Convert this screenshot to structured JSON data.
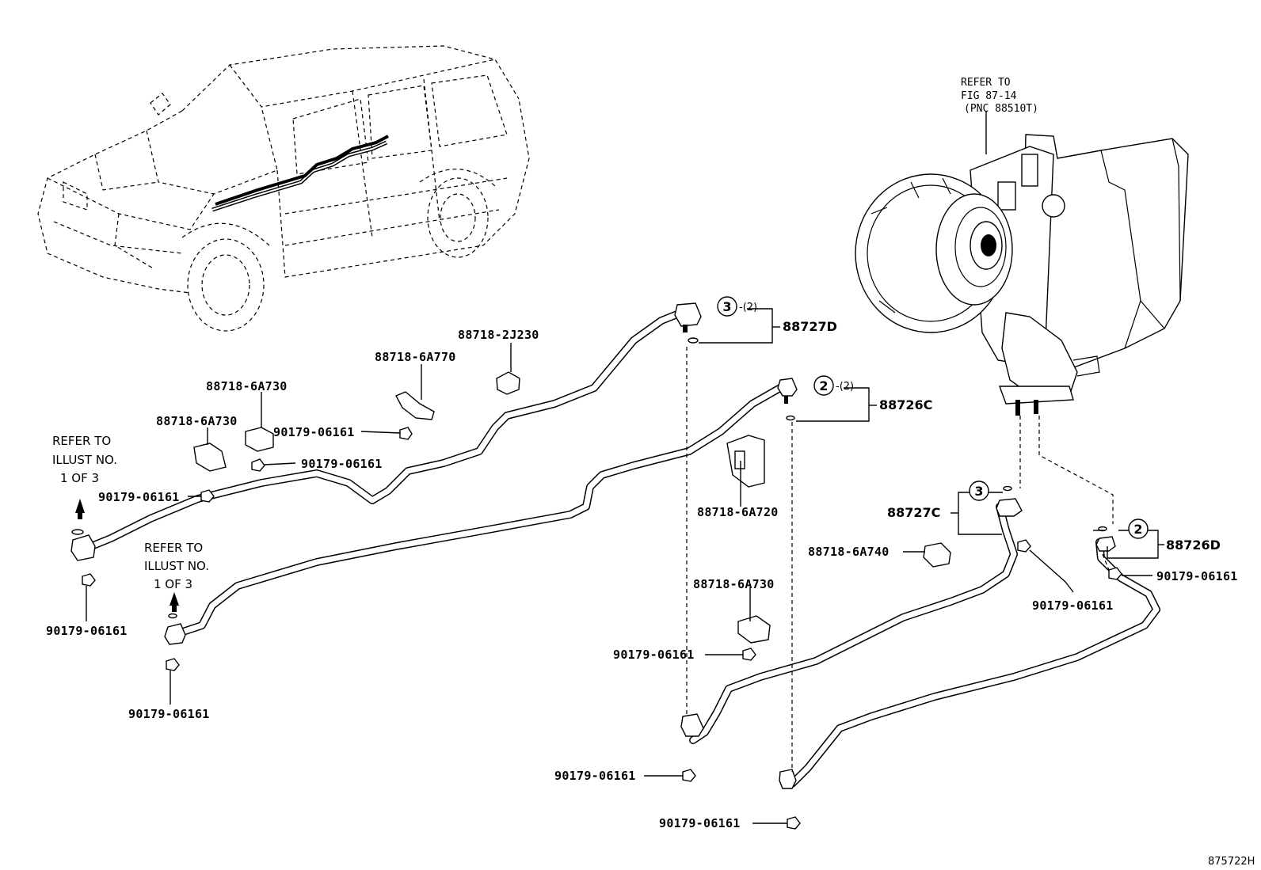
{
  "diagram": {
    "refer_unit": [
      "REFER TO",
      "FIG 87-14",
      "(PNC 88510T)"
    ],
    "refer_left": [
      "REFER TO",
      "ILLUST NO.",
      "1 OF 3"
    ],
    "refer_mid": [
      "REFER TO",
      "ILLUST NO.",
      "1 OF 3"
    ],
    "circle_3": "3",
    "circle_2": "2",
    "qty_2": "-(2)",
    "parts": {
      "p88727D": "88727D",
      "p88726C": "88726C",
      "p88727C": "88727C",
      "p88726D": "88726D",
      "p88718_2J230": "88718-2J230",
      "p88718_6A770": "88718-6A770",
      "p88718_6A730": "88718-6A730",
      "p88718_6A720": "88718-6A720",
      "p88718_6A740": "88718-6A740",
      "p90179_06161": "90179-06161"
    },
    "figure_code": "875722H"
  }
}
